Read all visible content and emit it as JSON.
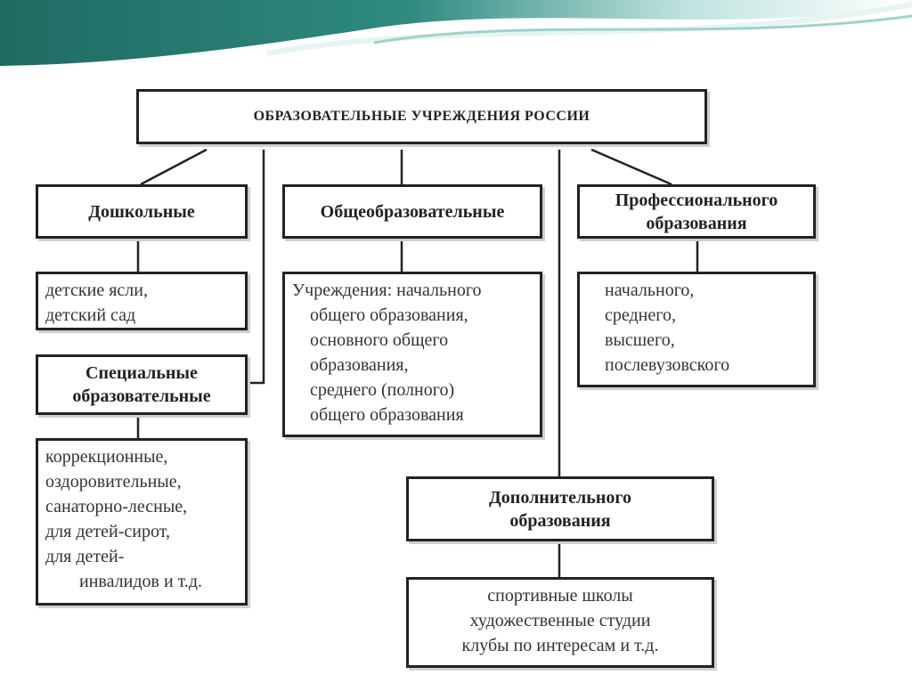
{
  "diagram": {
    "title": "ОБРАЗОВАТЕЛЬНЫЕ УЧРЕЖДЕНИЯ РОССИИ",
    "preschool": {
      "heading": [
        "Дошкольные"
      ],
      "items": [
        "детские ясли,",
        "детский сад"
      ]
    },
    "special": {
      "heading": [
        "Специальные",
        "образовательные"
      ],
      "items": [
        "коррекционные,",
        "оздоровительные,",
        "санаторно-лесные,",
        "для детей-сирот,",
        "для детей-",
        "инвалидов и т.д."
      ]
    },
    "general": {
      "heading": [
        "Общеобразовательные"
      ],
      "items": [
        "Учреждения: начального",
        "общего образования,",
        "основного общего",
        "образования,",
        "среднего (полного)",
        "общего образования"
      ]
    },
    "professional": {
      "heading": [
        "Профессионального",
        "образования"
      ],
      "items": [
        "начального,",
        "среднего,",
        "высшего,",
        "послевузовского"
      ]
    },
    "additional": {
      "heading": [
        "Дополнительного",
        "образования"
      ],
      "items": [
        "спортивные школы",
        "художественные студии",
        "клубы по интересам и т.д."
      ]
    }
  },
  "colors": {
    "border": "#222222",
    "banner_dark": "#1f6b62",
    "banner_light": "#bfe3df"
  }
}
